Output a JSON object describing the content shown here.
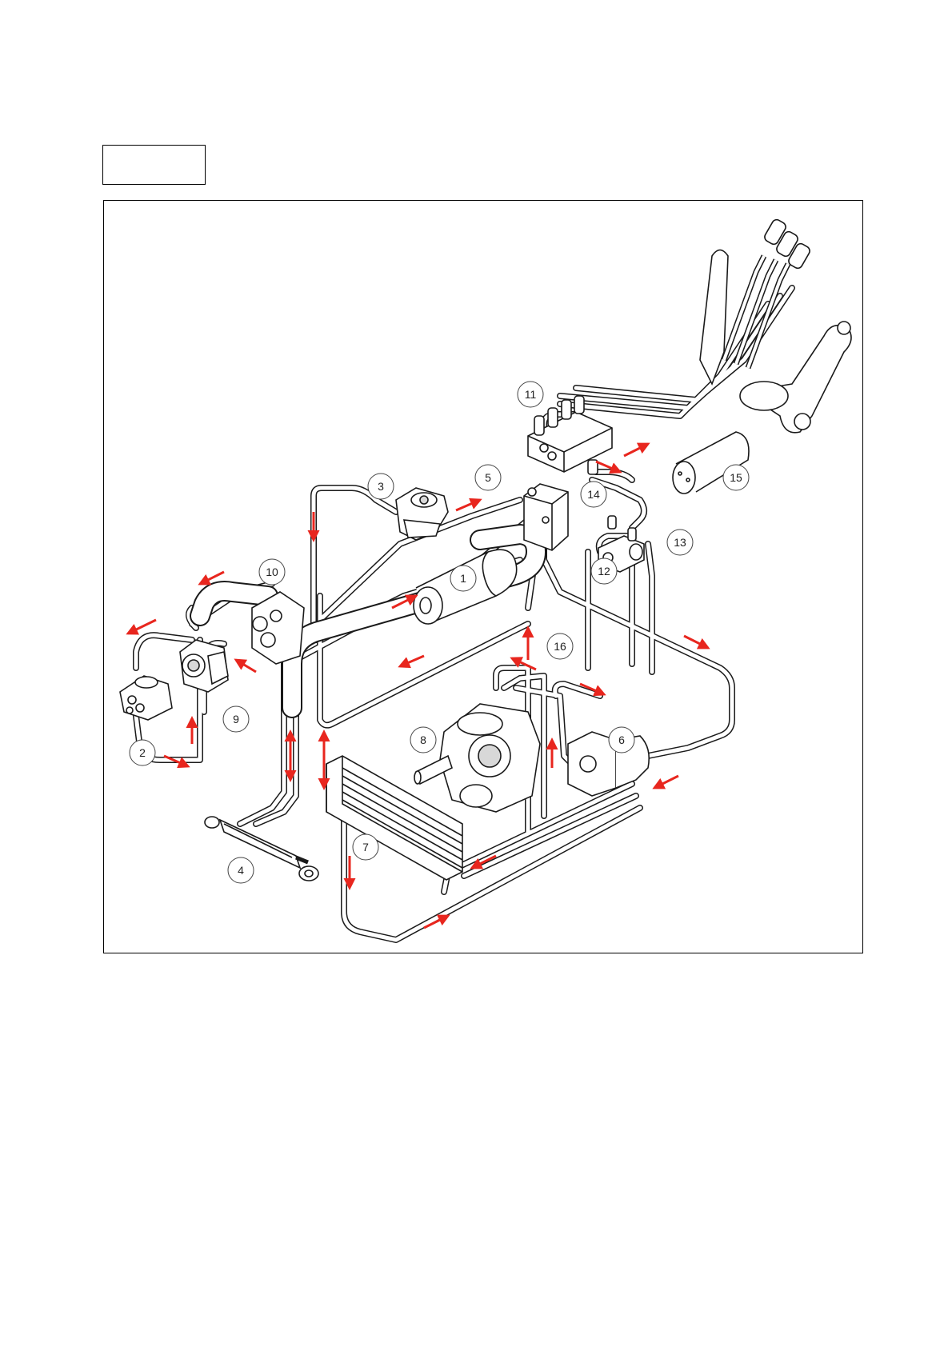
{
  "callouts": [
    {
      "id": "1",
      "label": "1"
    },
    {
      "id": "2",
      "label": "2"
    },
    {
      "id": "3",
      "label": "3"
    },
    {
      "id": "4",
      "label": "4"
    },
    {
      "id": "5",
      "label": "5"
    },
    {
      "id": "6",
      "label": "6"
    },
    {
      "id": "7",
      "label": "7"
    },
    {
      "id": "8",
      "label": "8"
    },
    {
      "id": "9",
      "label": "9"
    },
    {
      "id": "10",
      "label": "10"
    },
    {
      "id": "11",
      "label": "11"
    },
    {
      "id": "12",
      "label": "12"
    },
    {
      "id": "13",
      "label": "13"
    },
    {
      "id": "14",
      "label": "14"
    },
    {
      "id": "15",
      "label": "15"
    },
    {
      "id": "16",
      "label": "16"
    }
  ],
  "colors": {
    "line": "#1a1a1a",
    "arrow": "#e8261e",
    "fill": "#ffffff",
    "shade": "#d8d8d8"
  }
}
